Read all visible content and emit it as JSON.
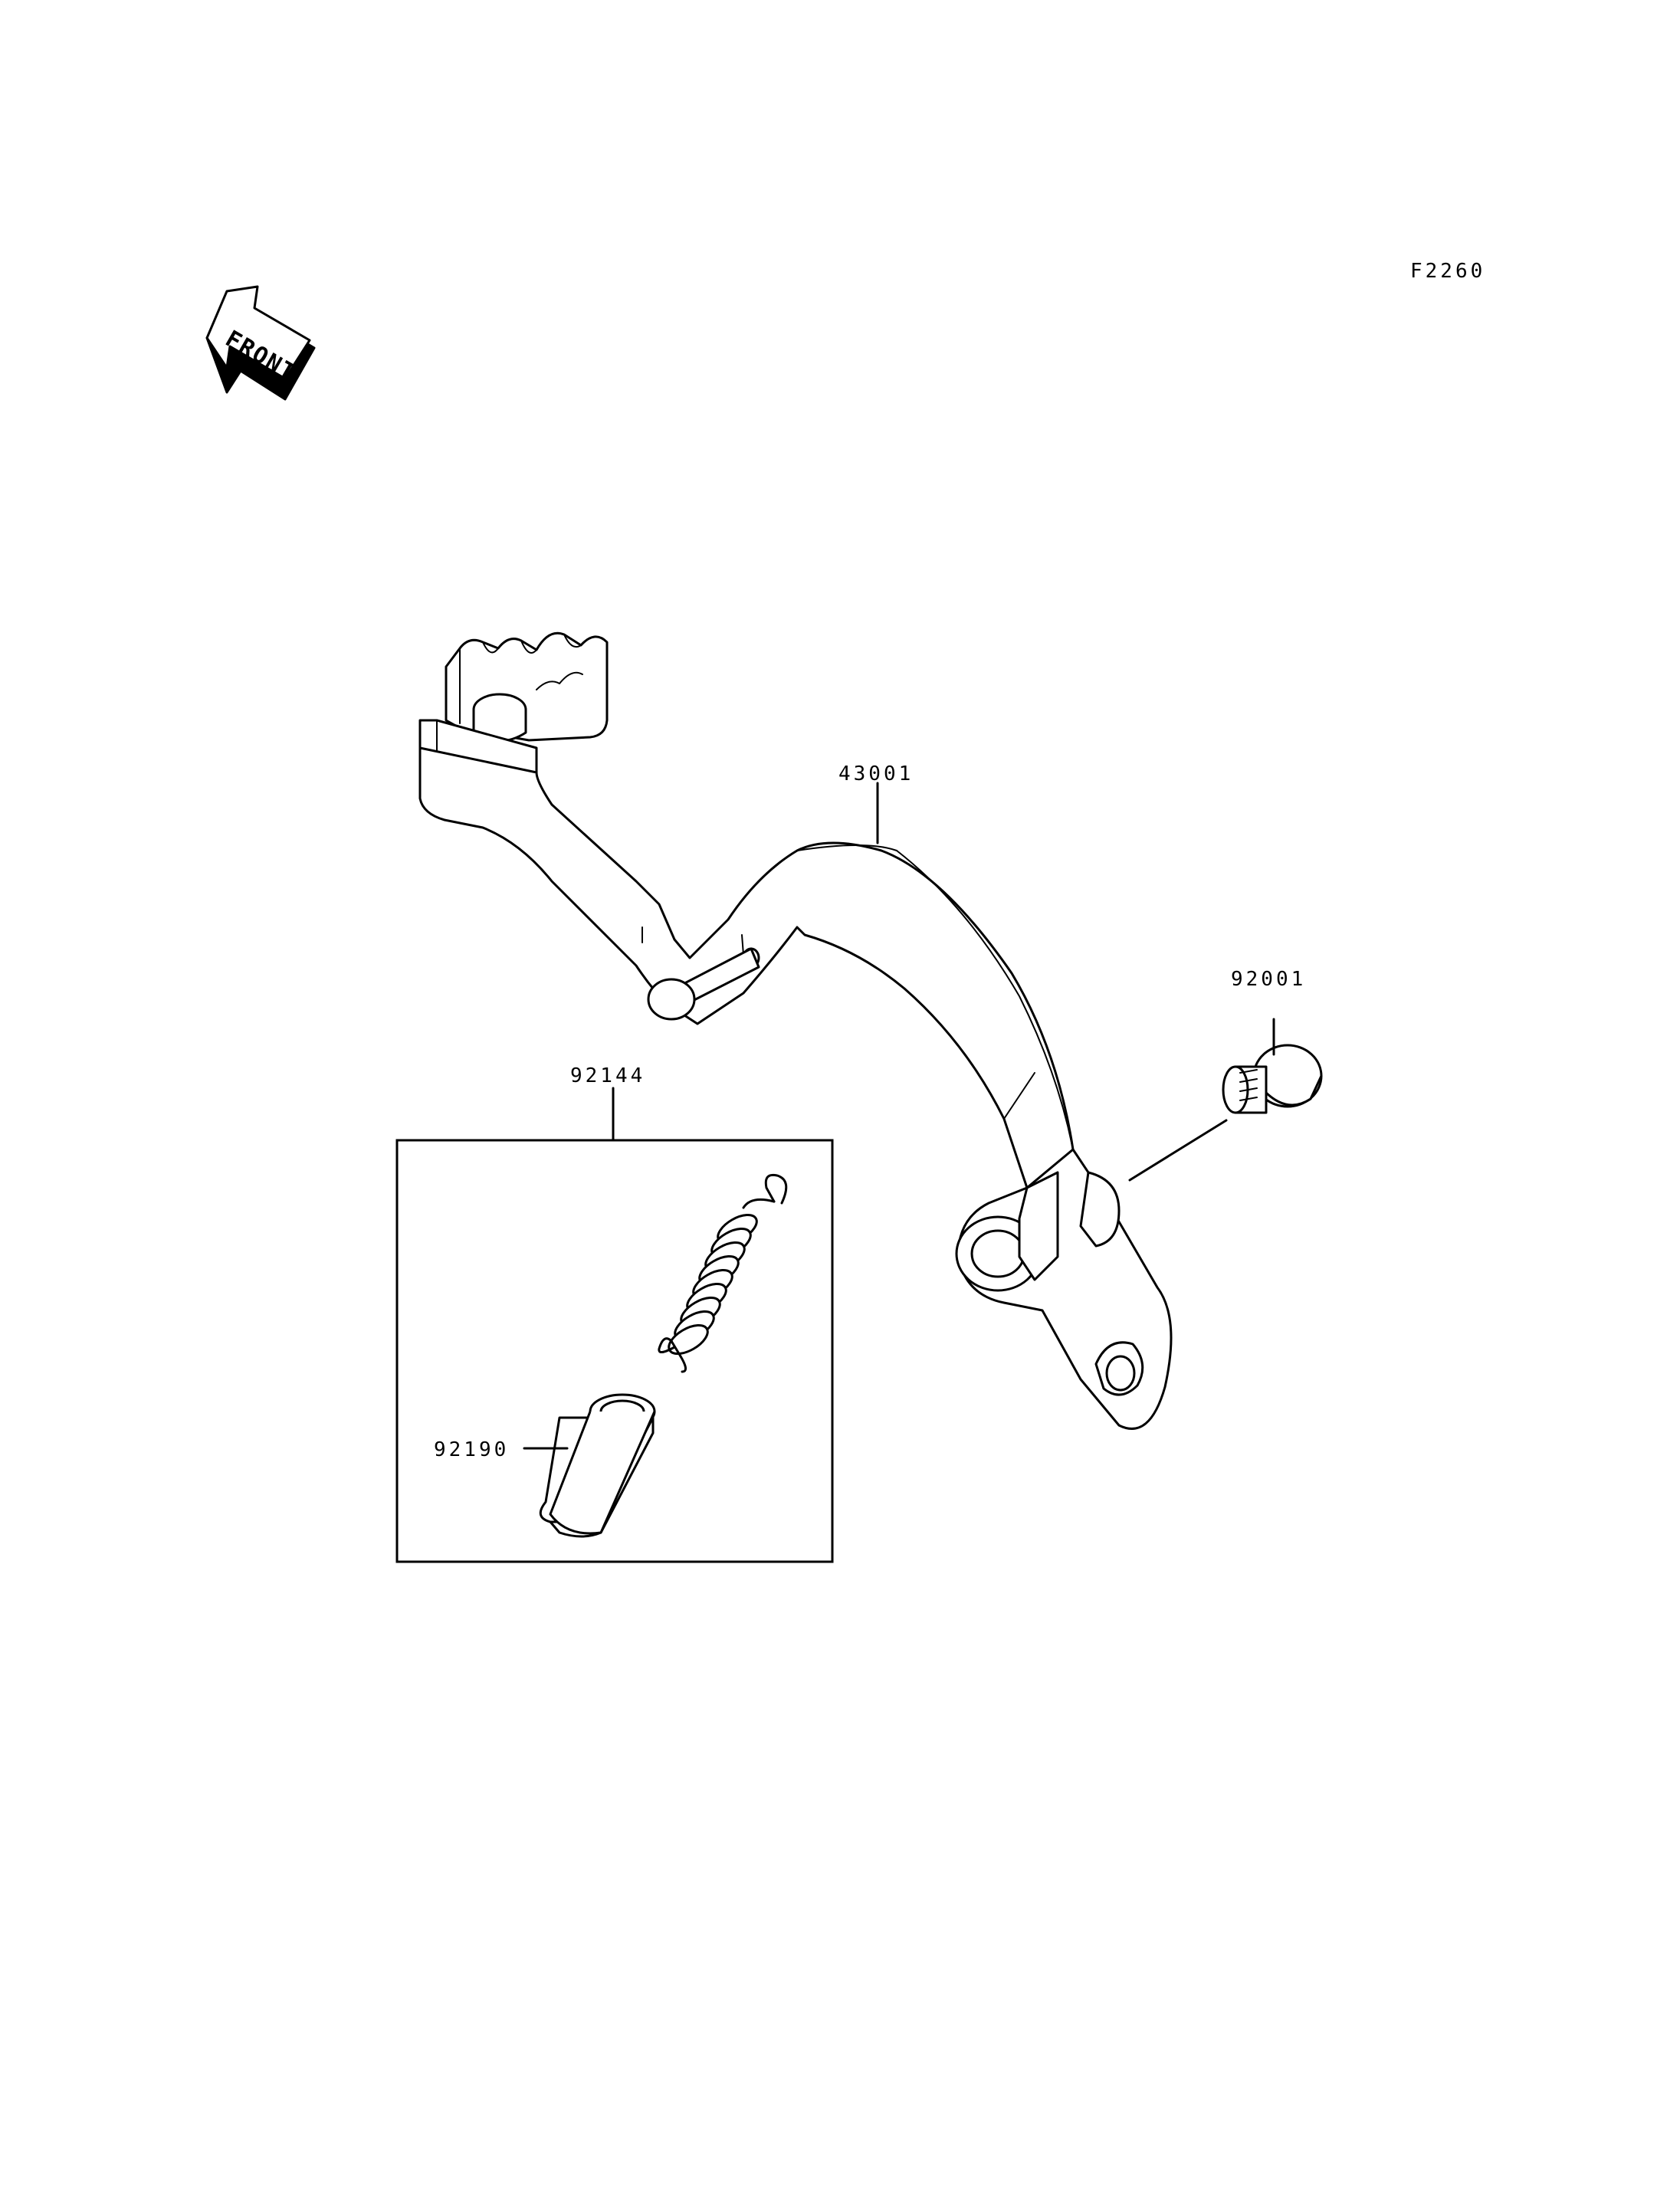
{
  "diagram_code": "F2260",
  "front_arrow": {
    "text": "FRONT",
    "icon": "front-direction-arrow-icon"
  },
  "parts": [
    {
      "number": "43001",
      "item": "brake-pedal"
    },
    {
      "number": "92001",
      "item": "bolt"
    },
    {
      "number": "92144",
      "item": "spring-kit-box"
    },
    {
      "number": "92190",
      "item": "collar"
    }
  ]
}
